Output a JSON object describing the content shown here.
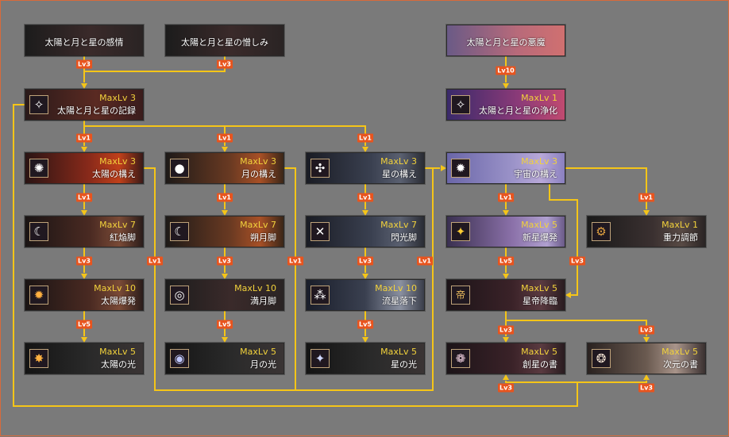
{
  "nodes": [
    {
      "id": "emotion",
      "name": "太陽と月と星の感情",
      "max": "",
      "icon": "",
      "style": "bg-dark"
    },
    {
      "id": "hatred",
      "name": "太陽と月と星の憎しみ",
      "max": "",
      "icon": "",
      "style": "bg-dark"
    },
    {
      "id": "evil",
      "name": "太陽と月と星の悪魔",
      "max": "",
      "icon": "",
      "style": "bg-pink"
    },
    {
      "id": "record",
      "name": "太陽と月と星の記録",
      "max": "MaxLv 3",
      "icon": "✧",
      "style": "bg-rec"
    },
    {
      "id": "purify",
      "name": "太陽と月と星の浄化",
      "max": "MaxLv 1",
      "icon": "✧",
      "style": "bg-pur"
    },
    {
      "id": "sun-stance",
      "name": "太陽の構え",
      "max": "MaxLv 3",
      "icon": "✺",
      "style": "bg-sun"
    },
    {
      "id": "moon-stance",
      "name": "月の構え",
      "max": "MaxLv 3",
      "icon": "●",
      "style": "bg-moon"
    },
    {
      "id": "star-stance",
      "name": "星の構え",
      "max": "MaxLv 3",
      "icon": "✣",
      "style": "bg-star"
    },
    {
      "id": "cosmos-stance",
      "name": "宇宙の構え",
      "max": "MaxLv 3",
      "icon": "✹",
      "style": "bg-uni"
    },
    {
      "id": "crimson-leg",
      "name": "紅焔脚",
      "max": "MaxLv 7",
      "icon": "☾",
      "style": "bg-fire"
    },
    {
      "id": "crescent-leg",
      "name": "朔月脚",
      "max": "MaxLv 7",
      "icon": "☾",
      "style": "bg-moon"
    },
    {
      "id": "flash-leg",
      "name": "閃光脚",
      "max": "MaxLv 7",
      "icon": "✕",
      "style": "bg-star"
    },
    {
      "id": "nova",
      "name": "新星爆発",
      "max": "MaxLv 5",
      "icon": "✦",
      "style": "bg-unid"
    },
    {
      "id": "gravity",
      "name": "重力調節",
      "max": "MaxLv 1",
      "icon": "⚙",
      "style": "bg-grav"
    },
    {
      "id": "sun-burst",
      "name": "太陽爆発",
      "max": "MaxLv 10",
      "icon": "✹",
      "style": "bg-fire"
    },
    {
      "id": "full-moon-leg",
      "name": "満月脚",
      "max": "MaxLv 10",
      "icon": "◎",
      "style": "bg-dark"
    },
    {
      "id": "meteor",
      "name": "流星落下",
      "max": "MaxLv 10",
      "icon": "⁂",
      "style": "bg-meteor"
    },
    {
      "id": "star-emperor",
      "name": "星帝降臨",
      "max": "MaxLv 5",
      "icon": "帝",
      "style": "bg-heaven"
    },
    {
      "id": "sun-light",
      "name": "太陽の光",
      "max": "MaxLv 5",
      "icon": "✸",
      "style": "bg-dim"
    },
    {
      "id": "moon-light",
      "name": "月の光",
      "max": "MaxLv 5",
      "icon": "◉",
      "style": "bg-dim"
    },
    {
      "id": "star-light",
      "name": "星の光",
      "max": "MaxLv 5",
      "icon": "✦",
      "style": "bg-dim"
    },
    {
      "id": "creation-book",
      "name": "創星の書",
      "max": "MaxLv 5",
      "icon": "❁",
      "style": "bg-heaven"
    },
    {
      "id": "dimension-book",
      "name": "次元の書",
      "max": "MaxLv 5",
      "icon": "❂",
      "style": "bg-dim2"
    }
  ],
  "level_labels": {
    "lv1": "Lv1",
    "lv3": "Lv3",
    "lv5": "Lv5",
    "lv10": "Lv10"
  },
  "colors": {
    "connector": "#f5c518",
    "badge": "#e8541e",
    "background": "#7a7a7a"
  }
}
